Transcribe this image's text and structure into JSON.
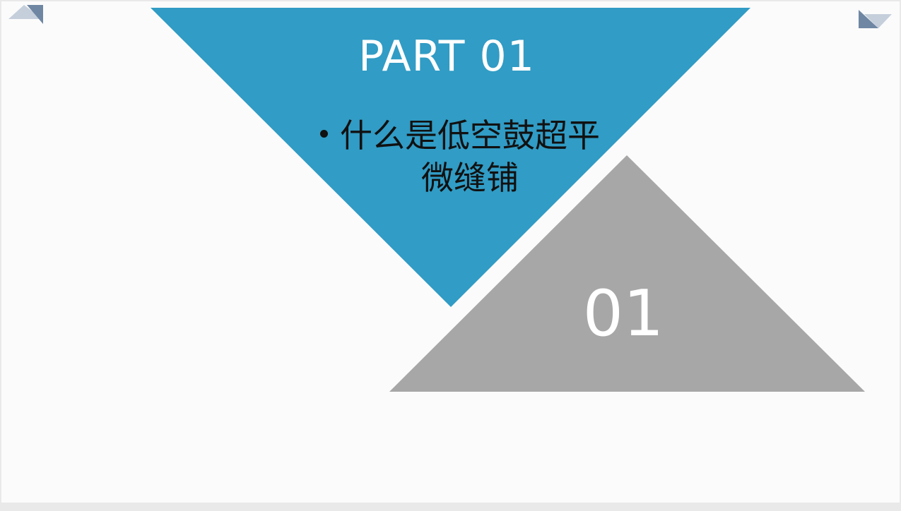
{
  "slide": {
    "part_title": "PART 01",
    "bullet_text": "什么是低空鼓超平微缝铺",
    "section_number": "01"
  },
  "colors": {
    "background": "#fbfbfb",
    "outer_border": "#e9e9e9",
    "blue_triangle": "#319cc5",
    "gray_triangle": "#a7a7a7",
    "corner_dark": "#6f87a3",
    "corner_light": "#c5cfdb",
    "title_text": "#ffffff",
    "bullet_text": "#111111",
    "number_text": "#ffffff"
  }
}
